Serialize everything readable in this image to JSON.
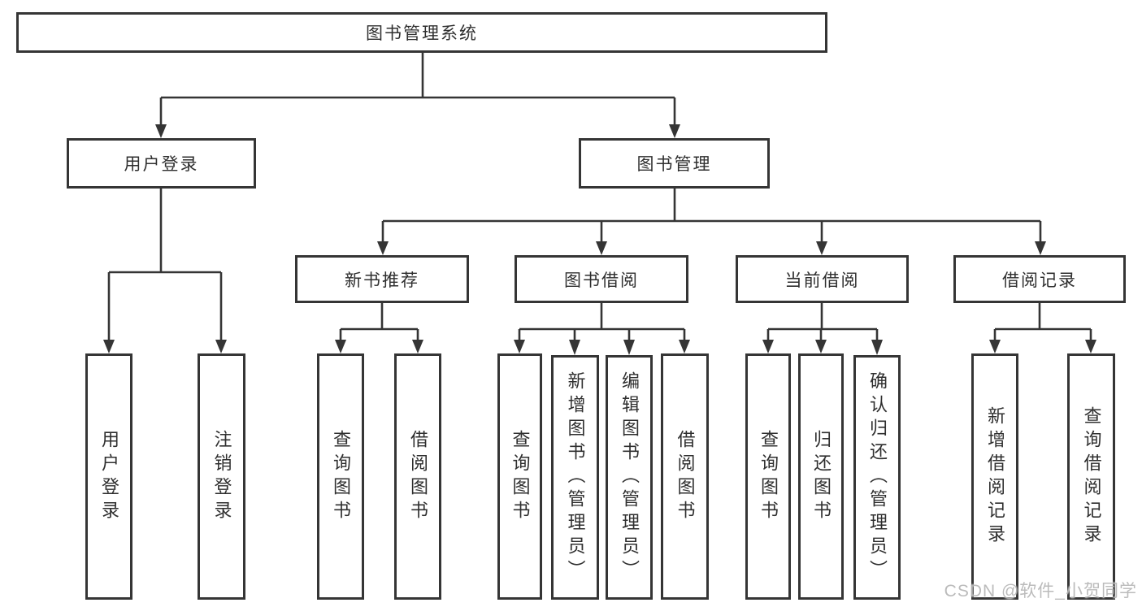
{
  "diagram": {
    "root": "图书管理系统",
    "branches": {
      "userLogin": "用户登录",
      "bookManagement": "图书管理"
    },
    "modules": {
      "newBooks": "新书推荐",
      "bookBorrow": "图书借阅",
      "currentBorrow": "当前借阅",
      "borrowRecords": "借阅记录"
    },
    "leaves": {
      "userLogin": "用户登录",
      "logout": "注销登录",
      "nbQuery": "查询图书",
      "nbBorrow": "借阅图书",
      "bbQuery": "查询图书",
      "bbAdd": "新增图书（管理员）",
      "bbEdit": "编辑图书（管理员）",
      "bbBorrow": "借阅图书",
      "cbQuery": "查询图书",
      "cbReturn": "归还图书",
      "cbConfirm": "确认归还（管理员）",
      "brAdd": "新增借阅记录",
      "brQuery": "查询借阅记录"
    }
  },
  "watermark": "CSDN @软件_小贺同学",
  "colors": {
    "line": "#353535",
    "text": "#2f2f2f",
    "watermark": "#afafaf",
    "background": "#ffffff"
  }
}
